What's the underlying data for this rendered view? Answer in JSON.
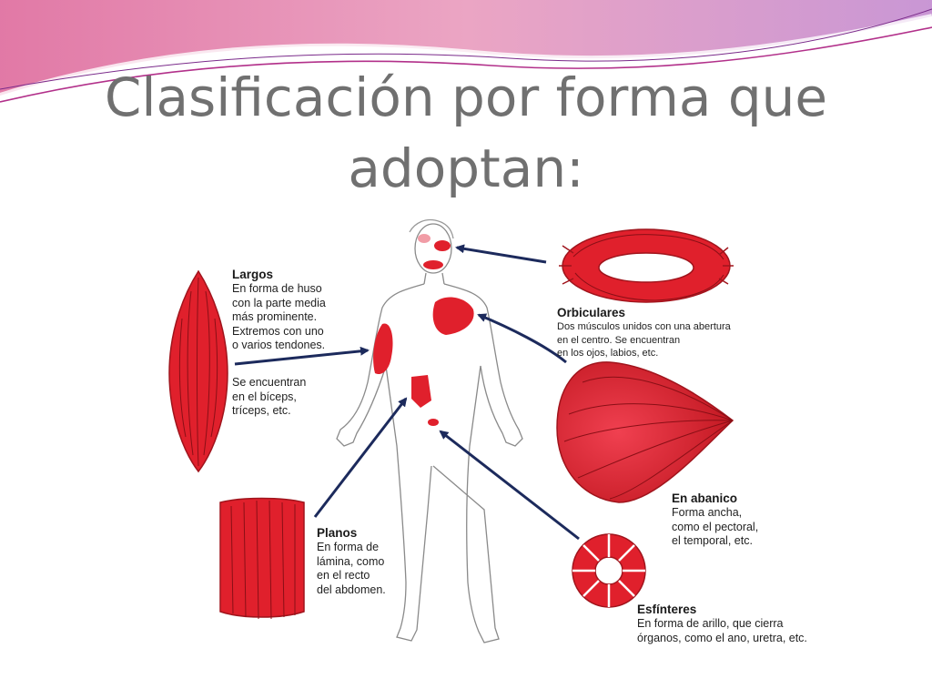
{
  "slide": {
    "title_line1": "Clasificación por forma que",
    "title_line2": "adoptan:"
  },
  "muscles": {
    "largos": {
      "name": "Largos",
      "desc": "En forma de huso\ncon la parte media\nmás prominente.\nExtremos con uno\no varios tendones.",
      "note": "Se encuentran\nen el bíceps,\ntríceps, etc."
    },
    "orbiculares": {
      "name": "Orbiculares",
      "desc": "Dos músculos unidos con una abertura\nen el centro. Se encuentran\nen los ojos, labios, etc."
    },
    "abanico": {
      "name": "En abanico",
      "desc": "Forma ancha,\ncomo el pectoral,\nel temporal, etc."
    },
    "planos": {
      "name": "Planos",
      "desc": "En forma de\nlámina, como\nen el recto\ndel abdomen."
    },
    "esfinteres": {
      "name": "Esfínteres",
      "desc": "En forma de arillo, que cierra\nórganos, como el ano, uretra, etc."
    }
  },
  "colors": {
    "muscle_red": "#e0202c",
    "muscle_dark": "#a0141c",
    "arrow": "#1c2a5c",
    "title_gray": "#707070",
    "wave_pink": "#d94f8c",
    "wave_light": "#f3b3cf"
  }
}
